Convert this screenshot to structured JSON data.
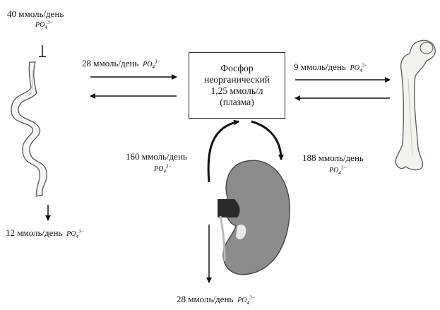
{
  "center_box": {
    "line1": "Фосфор",
    "line2": "неорганический",
    "line3": "1,25 ммоль/л",
    "line4": "(плазма)"
  },
  "ion": {
    "base": "PO",
    "sub": "4",
    "sup": "3−"
  },
  "flows": {
    "intake": "40 ммоль/день",
    "gut_to_plasma": "28 ммоль/день",
    "plasma_to_bone": "9 ммоль/день",
    "plasma_to_kidney": "188 ммоль/день",
    "kidney_to_plasma": "160 ммоль/день",
    "fecal": "12 ммоль/день",
    "urinary": "28 ммоль/день"
  },
  "colors": {
    "stroke": "#111111",
    "organ_outline": "#555555",
    "gut_fill": "#f4f4f4",
    "bone_fill": "#f2f2ee",
    "kidney_fill": "#8c8c8c",
    "kidney_dark": "#2a2a2a"
  }
}
